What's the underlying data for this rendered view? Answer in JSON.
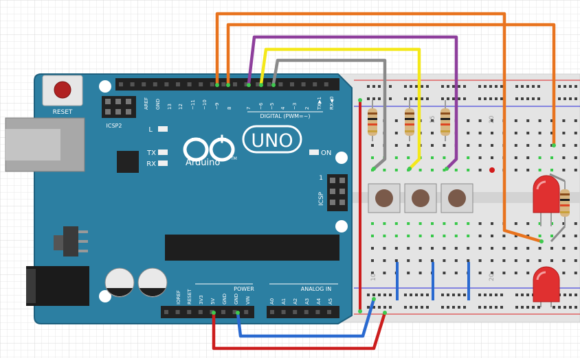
{
  "board": {
    "model": "UNO",
    "brand": "Arduino",
    "trademark": "TM",
    "reset_label": "RESET",
    "icsp2_label": "ICSP2",
    "icsp_label": "ICSP",
    "icsp_pin1_label": "1",
    "led_labels": {
      "l": "L",
      "tx": "TX",
      "rx": "RX",
      "on": "ON"
    },
    "digital_label": "DIGITAL (PWM=~)",
    "digital_pins": [
      "AREF",
      "GND",
      "13",
      "12",
      "~11",
      "~10",
      "~9",
      "8",
      "7",
      "~6",
      "~5",
      "4",
      "~3",
      "2",
      "TX▶1",
      "RX◀0"
    ],
    "power_label": "POWER",
    "power_pins": [
      "IOREF",
      "RESET",
      "3V3",
      "5V",
      "GND",
      "GND",
      "VIN"
    ],
    "analog_label": "ANALOG IN",
    "analog_pins": [
      "A0",
      "A1",
      "A2",
      "A3",
      "A4",
      "A5"
    ],
    "colors": {
      "board": "#2c7fa2",
      "board_edge": "#1d5f7d",
      "silk": "#ffffff",
      "header": "#222222"
    }
  },
  "breadboard": {
    "column_numbers": [
      "10",
      "15",
      "20"
    ],
    "colors": {
      "body": "#e5e5e5",
      "rail_red": "#d22",
      "rail_blue": "#22d",
      "hole_green": "#36c848"
    }
  },
  "wires": {
    "colors": {
      "orange": "#e8731e",
      "purple": "#8e3f9c",
      "yellow": "#f4e81a",
      "gray": "#8a8a8a",
      "red": "#cc1d1d",
      "blue": "#2a6ad0"
    }
  },
  "components": {
    "resistor_count": 4,
    "pushbutton_count": 3,
    "led_count": 2,
    "led_color": "#e03030"
  }
}
